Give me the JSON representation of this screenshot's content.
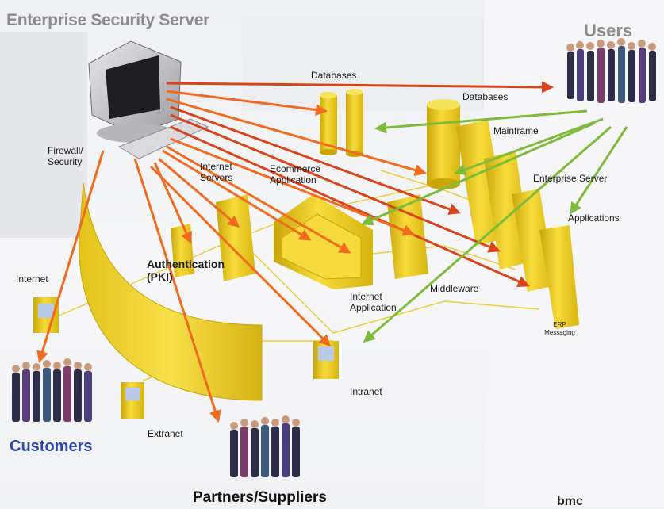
{
  "title": "Enterprise Security Server",
  "groups": {
    "users": "Users",
    "customers": "Customers",
    "partners": "Partners/Suppliers"
  },
  "labels": {
    "firewall": "Firewall/ Security",
    "databases_top": "Databases",
    "databases_right": "Databases",
    "mainframe": "Mainframe",
    "enterprise_server": "Enterprise Server",
    "applications": "Applications",
    "internet_servers": "Internet Servers",
    "ecommerce": "Ecommerce Application",
    "authentication": "Authentication (PKI)",
    "internet": "Internet",
    "internet_application": "Internet Application",
    "middleware": "Middleware",
    "erp": "ERP Messaging",
    "intranet": "Intranet",
    "extranet": "Extranet"
  },
  "logo": "bmc",
  "colors": {
    "outbound_arrow": "#f26a1e",
    "outbound_arrow_dark": "#d9431a",
    "user_arrow": "#7dbb3a",
    "server_yellow": "#f1cf14",
    "customers_text": "#2b4aa8",
    "title_gray": "#8c8c8c"
  }
}
